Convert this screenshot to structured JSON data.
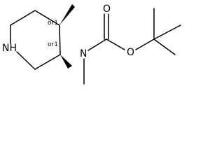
{
  "molecule": {
    "atoms": {
      "nh": "NH",
      "n_carbamate": "N",
      "o_carbonyl": "O",
      "o_ester": "O"
    },
    "stereo_labels": {
      "c4": "or1",
      "c3": "or1"
    }
  }
}
